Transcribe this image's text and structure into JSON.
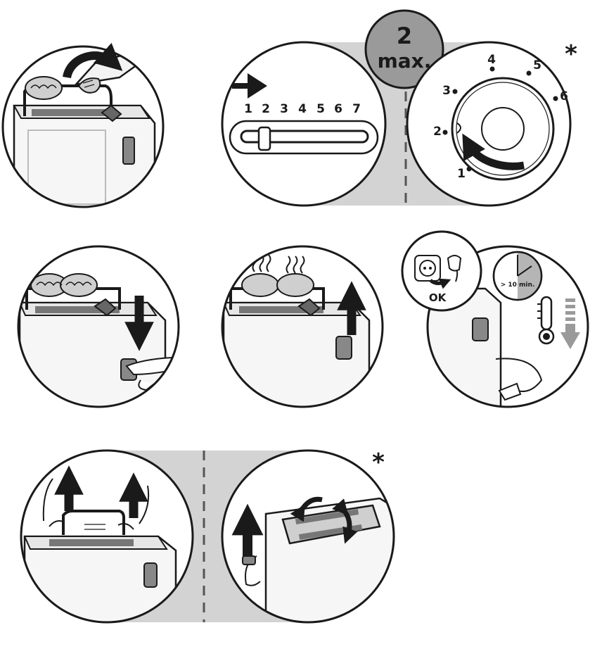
{
  "colors": {
    "ink": "#1a1a1a",
    "band": "#d3d3d3",
    "body_fill": "#f5f5f5",
    "button_fill": "#8a8a8a",
    "dark_gray": "#555555"
  },
  "panel_browning": {
    "badge": {
      "line1": "2",
      "line2": "max."
    },
    "slider_levels": [
      "1",
      "2",
      "3",
      "4",
      "5",
      "6",
      "7"
    ],
    "dial_levels": [
      "1",
      "2",
      "3",
      "4",
      "5",
      "6"
    ],
    "asterisk": "*"
  },
  "panel_unplug": {
    "ok_label": "OK",
    "timer_label": "> 10 min."
  },
  "panel_bottom": {
    "asterisk": "*"
  }
}
